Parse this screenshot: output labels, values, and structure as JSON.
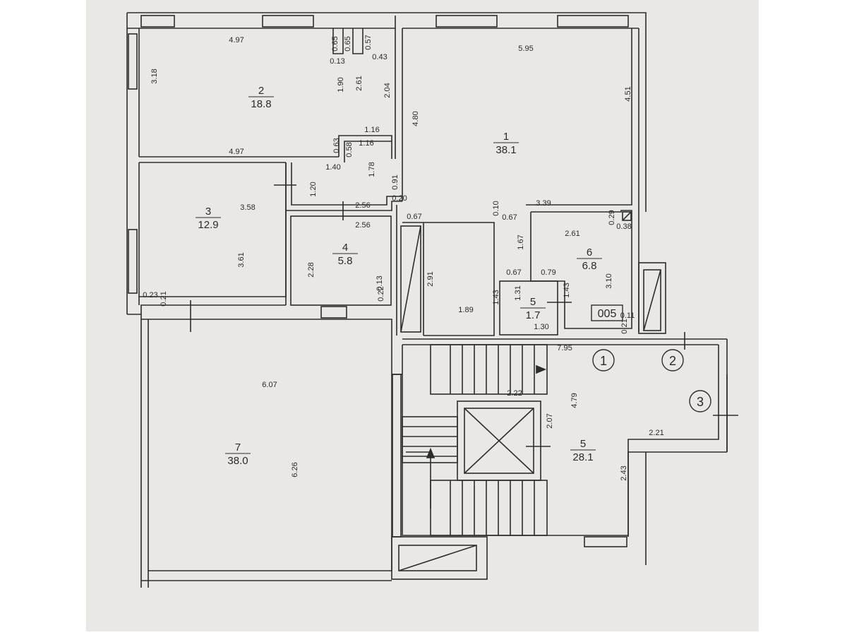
{
  "colors": {
    "paper": "#e9e8e5",
    "line": "#2d2d2d",
    "background": "#ffffff"
  },
  "rooms": [
    {
      "number": "1",
      "area": "38.1"
    },
    {
      "number": "2",
      "area": "18.8"
    },
    {
      "number": "3",
      "area": "12.9"
    },
    {
      "number": "4",
      "area": "5.8"
    },
    {
      "number": "5",
      "area": "1.7"
    },
    {
      "number": "6",
      "area": "6.8"
    },
    {
      "number": "7",
      "area": "38.0"
    },
    {
      "number": "5",
      "area": "28.1"
    }
  ],
  "dimensions": [
    "4.97",
    "0.65",
    "0.65",
    "0.57",
    "0.13",
    "0.43",
    "3.18",
    "1.90",
    "2.61",
    "2.04",
    "4.80",
    "5.95",
    "4.51",
    "1.16",
    "0.63",
    "0.58",
    "1.16",
    "4.97",
    "1.40",
    "1.78",
    "1.20",
    "0.91",
    "0.20",
    "2.56",
    "3.58",
    "2.56",
    "0.67",
    "0.10",
    "3.39",
    "0.29",
    "0.67",
    "0.38",
    "2.61",
    "1.67",
    "3.61",
    "2.28",
    "2.91",
    "0.67",
    "0.79",
    "3.10",
    "0.13",
    "0.22",
    "0.23",
    "0.21",
    "1.43",
    "1.31",
    "1.43",
    "1.89",
    "1.30",
    "0.11",
    "0.21",
    "7.95",
    "6.07",
    "2.22",
    "4.79",
    "2.07",
    "2.21",
    "6.26",
    "2.43"
  ],
  "stamp": "005",
  "axis_markers": [
    "1",
    "2",
    "3"
  ]
}
